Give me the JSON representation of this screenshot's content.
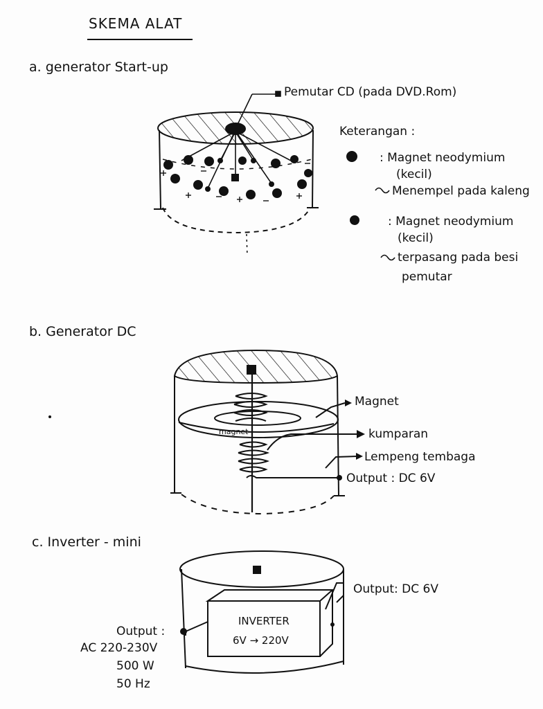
{
  "title": "SKEMA ALAT",
  "section_a": {
    "heading": "a. generator Start-up",
    "cd_label": "Pemutar CD (pada DVD.Rom)",
    "legend_title": "Keterangan :",
    "legend_1_line1": ": Magnet neodymium",
    "legend_1_line2": "(kecil)",
    "legend_1_note": "Menempel pada kaleng",
    "legend_2_line1": ": Magnet neodymium",
    "legend_2_line2": "(kecil)",
    "legend_2_note_line1": "terpasang pada besi",
    "legend_2_note_line2": "pemutar"
  },
  "section_b": {
    "heading": "b. Generator DC",
    "magnet_label": "Magnet",
    "magnet_inner_label": "magnet",
    "coil_label": "kumparan",
    "plate_label": "Lempeng tembaga",
    "output_label": "Output : DC 6V"
  },
  "section_c": {
    "heading": "c. Inverter - mini",
    "inverter_line1": "INVERTER",
    "inverter_line2": "6V → 220V",
    "output_dc": "Output: DC 6V",
    "output_ac_line1": "Output :",
    "output_ac_line2": "AC 220-230V",
    "output_ac_line3": "500 W",
    "output_ac_line4": "50 Hz"
  }
}
